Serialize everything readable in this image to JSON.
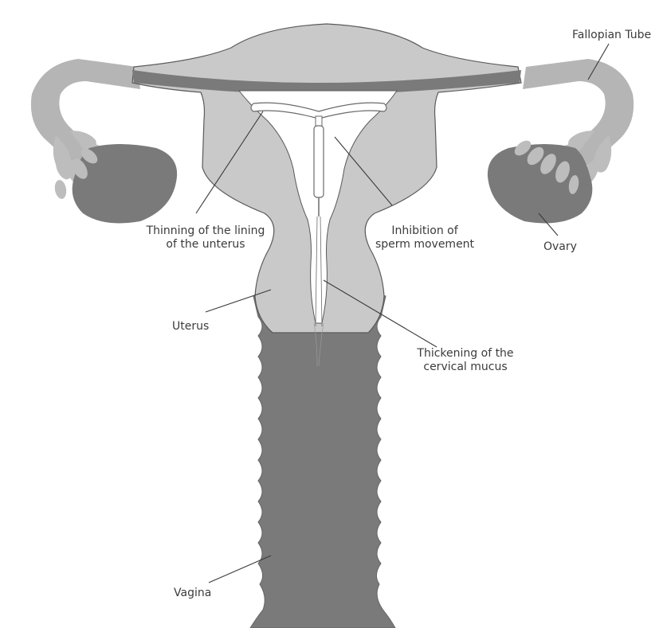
{
  "labels": {
    "fallopian_tube": "Fallopian Tube",
    "thinning_line1": "Thinning of the lining",
    "thinning_line2": "of the unterus",
    "inhibition_line1": "Inhibition of",
    "inhibition_line2": "sperm movement",
    "ovary": "Ovary",
    "uterus": "Uterus",
    "thickening_line1": "Thickening of the",
    "thickening_line2": "cervical mucus",
    "vagina": "Vagina"
  },
  "colors": {
    "light_tissue": "#c9c9c9",
    "dark_tissue": "#7a7a7a",
    "mid_tissue": "#a9a9a9",
    "cavity": "#ffffff",
    "outline": "#555555",
    "text": "#3b3b3b"
  }
}
